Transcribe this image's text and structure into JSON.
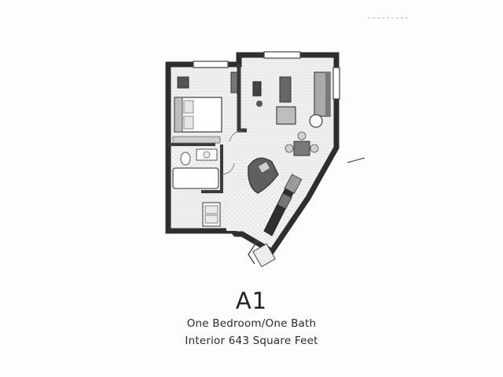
{
  "plan": {
    "name": "A1",
    "type_line": "One Bedroom/One Bath",
    "area_line": "Interior 643 Square Feet"
  },
  "colors": {
    "wall": "#3a3a3a",
    "floor": "#f2f2f2",
    "furniture": "#9a9a9a",
    "ink": "#222222"
  }
}
